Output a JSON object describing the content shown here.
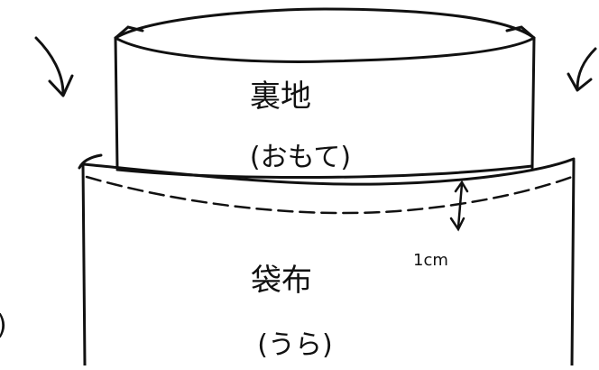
{
  "diagram": {
    "lining": {
      "label": "裏地",
      "side": "(おもて)"
    },
    "outer": {
      "label": "袋布",
      "side": "(うら)"
    },
    "seam_allowance": "1cm",
    "edge_fragment": ")"
  },
  "colors": {
    "ink": "#111111",
    "paper": "#ffffff"
  }
}
